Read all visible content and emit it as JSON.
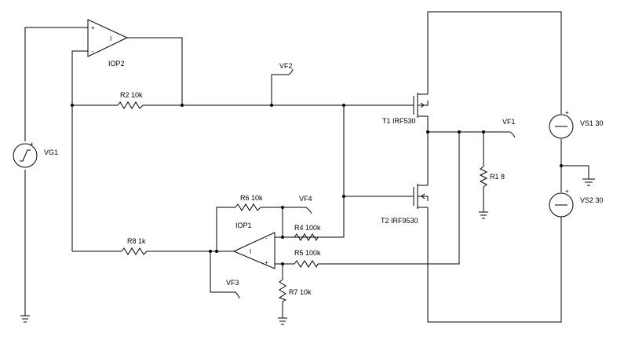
{
  "labels": {
    "iop2": "IOP2",
    "iop2_plus": "+",
    "iop2_minus": "-",
    "iop2_inner": "I",
    "iop1": "IOP1",
    "iop1_plus": "+",
    "iop1_minus": "-",
    "iop1_inner": "I",
    "r2": "R2 10k",
    "r6": "R6 10k",
    "r8": "R8 1k",
    "r4": "R4 100k",
    "r5": "R5 100k",
    "r7": "R7 10k",
    "r1": "R1 8",
    "vf1": "VF1",
    "vf2": "VF2",
    "vf3": "VF3",
    "vf4": "VF4",
    "vg1": "VG1",
    "vg1_plus": "+",
    "t1": "T1 IRF530",
    "t2": "T2 IRF9530",
    "vs1": "VS1 30",
    "vs1_plus": "+",
    "vs2": "VS2 30",
    "vs2_plus": "+"
  }
}
